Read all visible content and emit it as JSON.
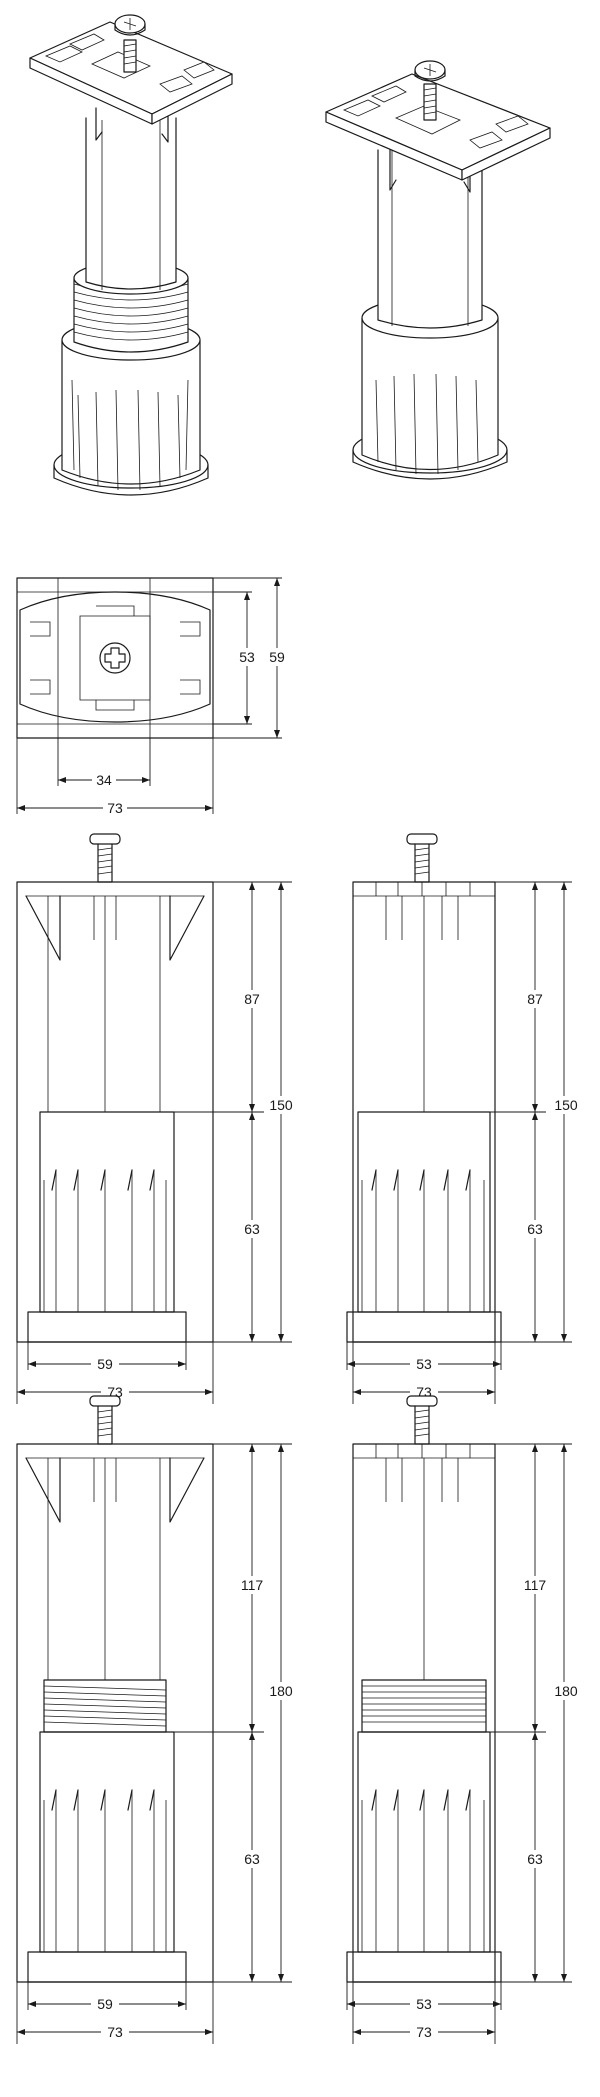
{
  "top_view": {
    "dims": {
      "inner_h": "53",
      "outer_h": "59",
      "inner_w": "34",
      "outer_w": "73"
    }
  },
  "views": [
    {
      "id": "front-150",
      "dims": {
        "upper": "87",
        "total": "150",
        "lower": "63",
        "base": "59",
        "width": "73"
      }
    },
    {
      "id": "side-150",
      "dims": {
        "upper": "87",
        "total": "150",
        "lower": "63",
        "base": "53",
        "width": "73"
      }
    },
    {
      "id": "front-180",
      "dims": {
        "upper": "117",
        "total": "180",
        "lower": "63",
        "base": "59",
        "width": "73"
      }
    },
    {
      "id": "side-180",
      "dims": {
        "upper": "117",
        "total": "180",
        "lower": "63",
        "base": "53",
        "width": "73"
      }
    }
  ]
}
